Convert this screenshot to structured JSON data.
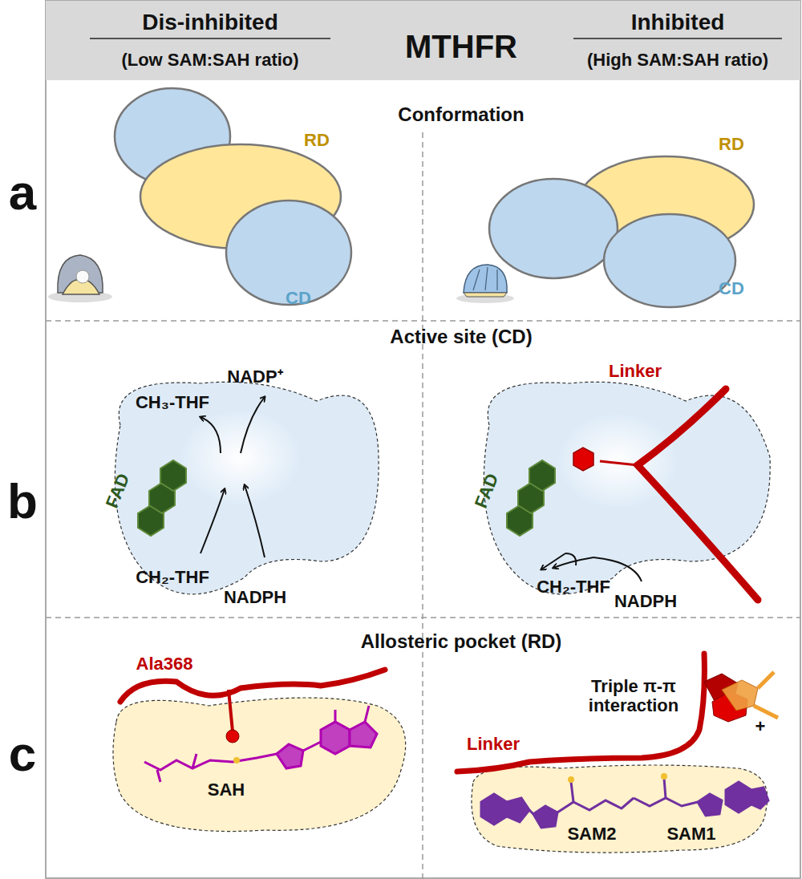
{
  "diagram": {
    "title": "MTHFR",
    "labels": [
      "Dis-inhibited",
      "(Low SAM:SAH ratio)",
      "Inhibited",
      "(High SAM:SAH ratio)",
      "a",
      "Conformation",
      "RD",
      "CD",
      "RD",
      "CD",
      "b",
      "Active site (CD)",
      "NADP⁺",
      "CH₃-THF",
      "FAD",
      "CH₂-THF",
      "NADPH",
      "Linker",
      "FAD",
      "CH₂-THF",
      "NADPH",
      "c",
      "Allosteric pocket (RD)",
      "Ala368",
      "SAH",
      "Linker",
      "Triple π-π interaction",
      "+",
      "SAM2",
      "SAM1"
    ]
  }
}
